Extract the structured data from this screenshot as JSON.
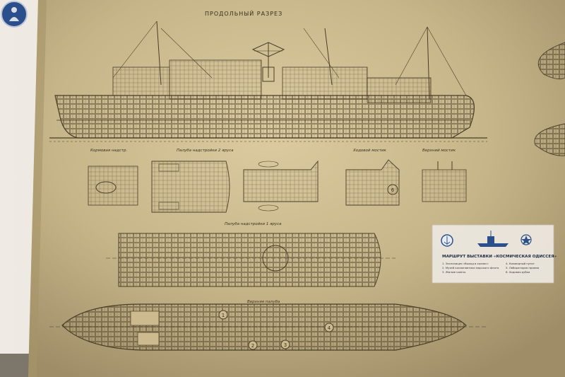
{
  "drawing": {
    "title": "ПРОДОЛЬНЫЙ РАЗРЕЗ",
    "view_labels": [
      "Кормовая надстр.",
      "Палуба надстройки 2 яруса",
      "Ходовой мостик",
      "Верхний мостик"
    ],
    "deck1_label": "Палуба надстройки 1 яруса",
    "deck2_label": "Верхняя палуба",
    "circle_numbers": [
      "1",
      "2",
      "3",
      "4",
      "6"
    ]
  },
  "exhibit": {
    "title": "МАРШРУТ ВЫСТАВКИ «КОСМИЧЕСКАЯ ОДИССЕЯ»",
    "route_left": [
      "1. Экспозиция «Выход в космос»",
      "2. Музей космонавтики морского флота",
      "3. Жилые каюты"
    ],
    "route_right": [
      "4. Командный пункт",
      "5. Лаборатория приема",
      "6. Ходовая рубка"
    ]
  },
  "colors": {
    "paper": "#c7b58a",
    "ink": "#4a3d27",
    "wall": "#e9e4dc",
    "panel": "#ece7df",
    "accent_blue": "#2b4f8a"
  },
  "icons": [
    "logo-avatar-icon",
    "anchor-emblem-icon",
    "ship-emblem-icon",
    "star-emblem-icon"
  ]
}
